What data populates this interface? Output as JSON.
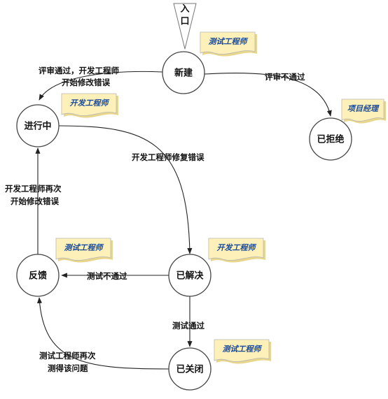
{
  "entry": {
    "label_line1": "入",
    "label_line2": "口"
  },
  "nodes": {
    "new": {
      "label": "新建"
    },
    "in_progress": {
      "label": "进行中"
    },
    "rejected": {
      "label": "已拒绝"
    },
    "resolved": {
      "label": "已解决"
    },
    "feedback": {
      "label": "反馈"
    },
    "closed": {
      "label": "已关闭"
    }
  },
  "roles": {
    "new": "测试工程师",
    "in_progress": "开发工程师",
    "rejected": "项目经理",
    "feedback": "测试工程师",
    "resolved": "开发工程师",
    "closed": "测试工程师"
  },
  "edges": {
    "review_pass_line1": "评审通过，开发工程师",
    "review_pass_line2": "开始修改错误",
    "review_fail": "评审不通过",
    "dev_fixed": "开发工程师修复错误",
    "test_fail": "测试不通过",
    "test_pass": "测试通过",
    "restart_line1": "开发工程师再次",
    "restart_line2": "开始修改错误",
    "retest_line1": "测试工程师再次",
    "retest_line2": "测得该问题"
  },
  "colors": {
    "note_fill": "#fdf0b8",
    "note_text": "#1a4a9a",
    "line": "#222222"
  }
}
